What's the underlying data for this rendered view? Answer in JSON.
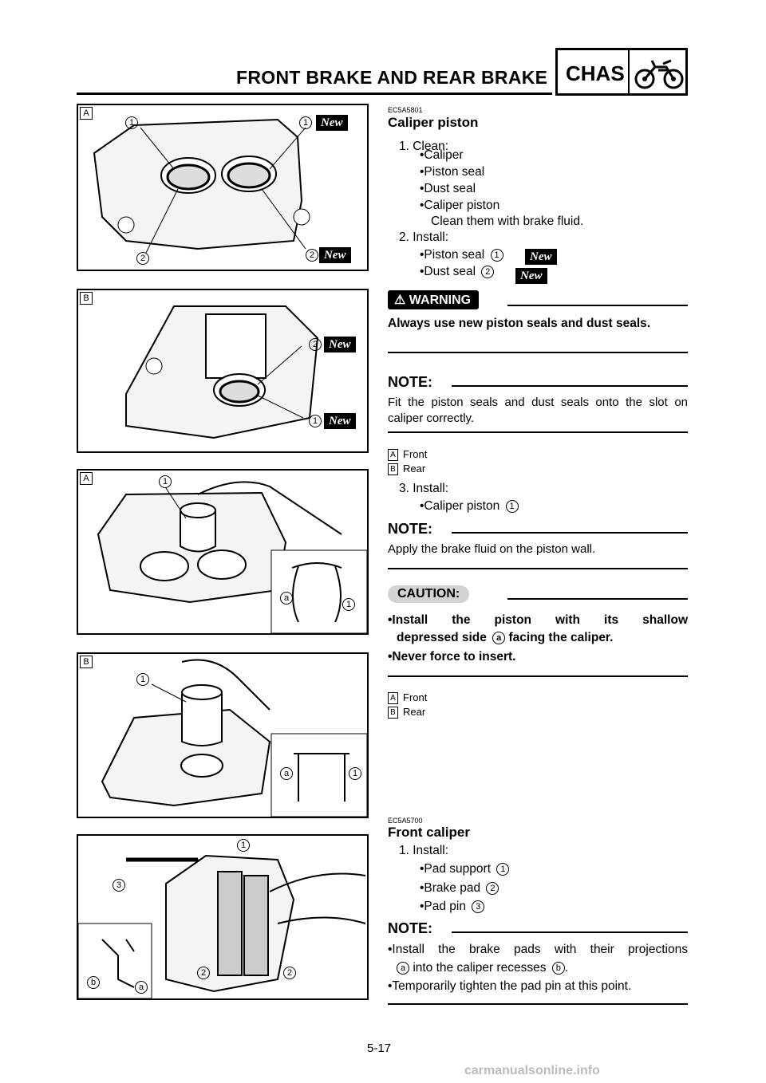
{
  "header": {
    "title": "FRONT BRAKE AND REAR BRAKE",
    "section_code": "CHAS"
  },
  "figures": {
    "fig1": {
      "tag": "A",
      "callouts": [
        "1",
        "1",
        "2",
        "2"
      ],
      "new_label": "New"
    },
    "fig2": {
      "tag": "B",
      "callouts": [
        "2",
        "1"
      ],
      "new_label": "New"
    },
    "fig3": {
      "tag": "A",
      "callouts": [
        "1",
        "a",
        "1"
      ]
    },
    "fig4": {
      "tag": "B",
      "callouts": [
        "1",
        "a",
        "1"
      ]
    },
    "fig5": {
      "callouts": [
        "1",
        "3",
        "2",
        "2",
        "b",
        "a"
      ]
    }
  },
  "caliper_piston": {
    "code": "EC5A5801",
    "title": "Caliper piston",
    "step1": "1. Clean:",
    "clean_items": [
      "•Caliper",
      "•Piston seal",
      "•Dust seal",
      "•Caliper piston"
    ],
    "clean_note": "Clean them with brake fluid.",
    "step2": "2. Install:",
    "install_items": [
      {
        "text": "•Piston seal",
        "num": "1",
        "new": "New"
      },
      {
        "text": "•Dust seal",
        "num": "2",
        "new": "New"
      }
    ],
    "warning_label": "WARNING",
    "warning_text": "Always use new piston seals and dust seals.",
    "note_label": "NOTE:",
    "note_text": "Fit the piston seals and dust seals onto the slot on caliper correctly.",
    "legend": [
      {
        "key": "A",
        "text": "Front"
      },
      {
        "key": "B",
        "text": "Rear"
      }
    ],
    "step3": "3. Install:",
    "step3_item": "•Caliper piston",
    "step3_num": "1",
    "note2_label": "NOTE:",
    "note2_text": "Apply the brake fluid on the piston wall.",
    "caution_label": "CAUTION:",
    "caution_line1_a": "•Install the piston with its shallow",
    "caution_line1_b": "depressed side",
    "caution_line1_key": "a",
    "caution_line1_c": "facing the caliper.",
    "caution_line2": "•Never force to insert.",
    "legend2": [
      {
        "key": "A",
        "text": "Front"
      },
      {
        "key": "B",
        "text": "Rear"
      }
    ]
  },
  "front_caliper": {
    "code": "EC5A5700",
    "title": "Front caliper",
    "step1": "1. Install:",
    "items": [
      {
        "text": "•Pad support",
        "num": "1"
      },
      {
        "text": "•Brake pad",
        "num": "2"
      },
      {
        "text": "•Pad pin",
        "num": "3"
      }
    ],
    "note_label": "NOTE:",
    "note_line1": "•Install the brake pads with their projections",
    "note_line2_key_a": "a",
    "note_line2_mid": "into the caliper recesses",
    "note_line2_key_b": "b",
    "note_line2_end": ".",
    "note_line3": "•Temporarily tighten the pad pin at this point."
  },
  "page_number": "5-17",
  "footer": "carmanualsonline.info"
}
